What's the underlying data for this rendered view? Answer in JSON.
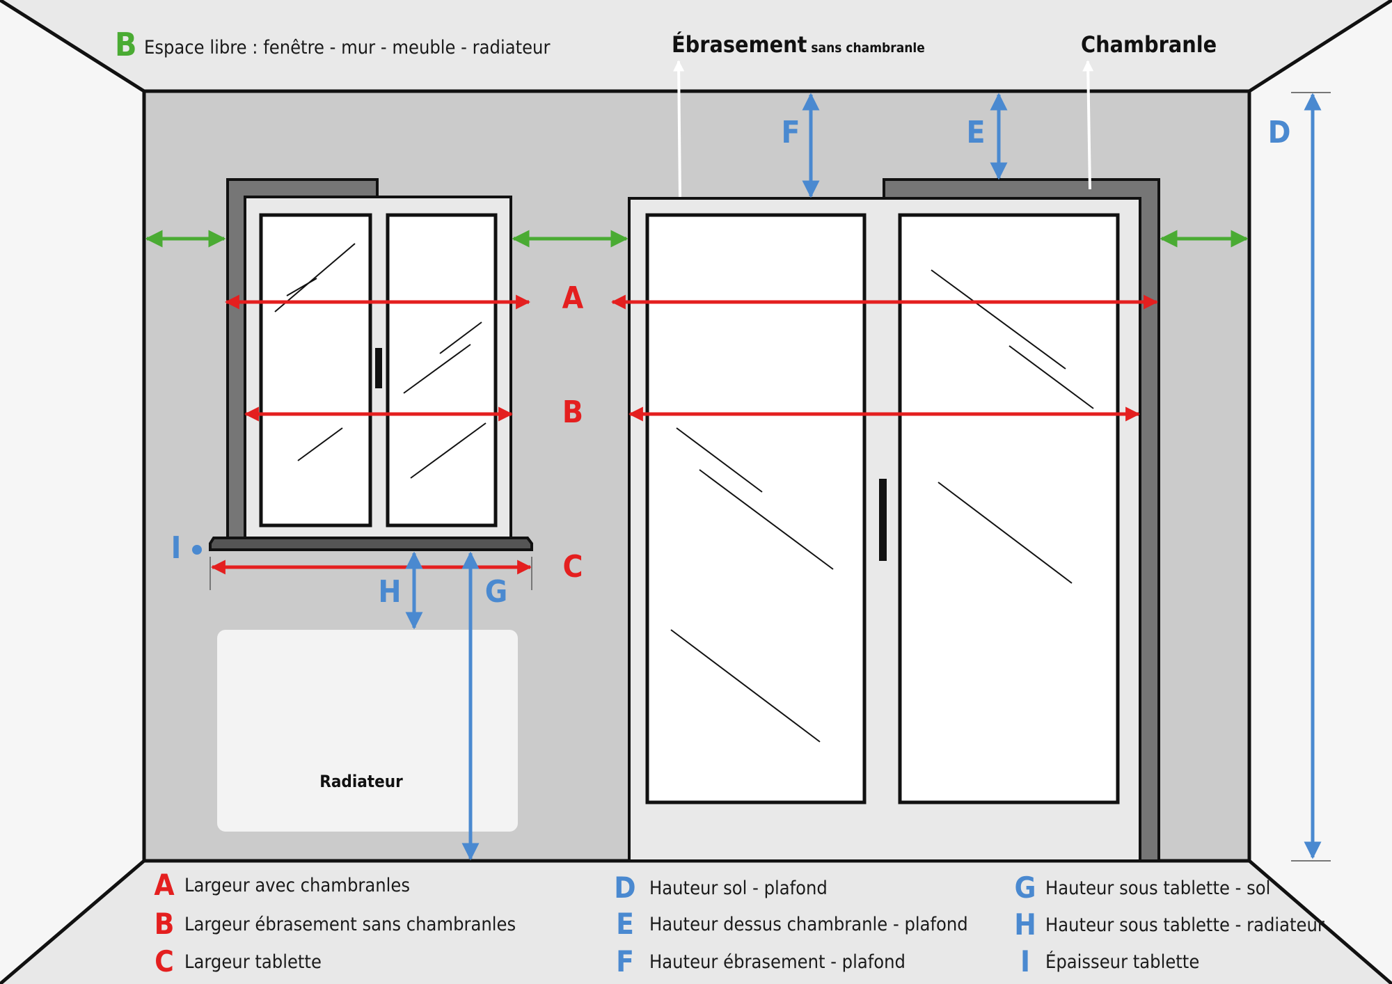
{
  "colors": {
    "red": "#e41f1f",
    "blue": "#4a89d0",
    "green": "#4aab33",
    "wall": "#cbcbcb",
    "ceiling": "#e8e8e8",
    "frame": "#767676"
  },
  "top_labels": {
    "free_space_letter": "B",
    "free_space_text": "Espace libre : fenêtre - mur - meuble - radiateur",
    "ebrasement_main": "Ébrasement",
    "ebrasement_sub": "sans chambranle",
    "chambranle": "Chambranle"
  },
  "measure_letters": {
    "A": "A",
    "B": "B",
    "C": "C",
    "D": "D",
    "E": "E",
    "F": "F",
    "G": "G",
    "H": "H",
    "I": "I"
  },
  "radiator_label": "Radiateur",
  "legend": [
    {
      "letter": "A",
      "text": "Largeur avec chambranles",
      "color": "red"
    },
    {
      "letter": "B",
      "text": "Largeur ébrasement sans chambranles",
      "color": "red"
    },
    {
      "letter": "C",
      "text": "Largeur tablette",
      "color": "red"
    },
    {
      "letter": "D",
      "text": "Hauteur sol - plafond",
      "color": "blue"
    },
    {
      "letter": "E",
      "text": "Hauteur dessus chambranle - plafond",
      "color": "blue"
    },
    {
      "letter": "F",
      "text": "Hauteur ébrasement - plafond",
      "color": "blue"
    },
    {
      "letter": "G",
      "text": "Hauteur sous tablette - sol",
      "color": "blue"
    },
    {
      "letter": "H",
      "text": "Hauteur sous tablette - radiateur",
      "color": "blue"
    },
    {
      "letter": "I",
      "text": "Épaisseur tablette",
      "color": "blue"
    }
  ]
}
